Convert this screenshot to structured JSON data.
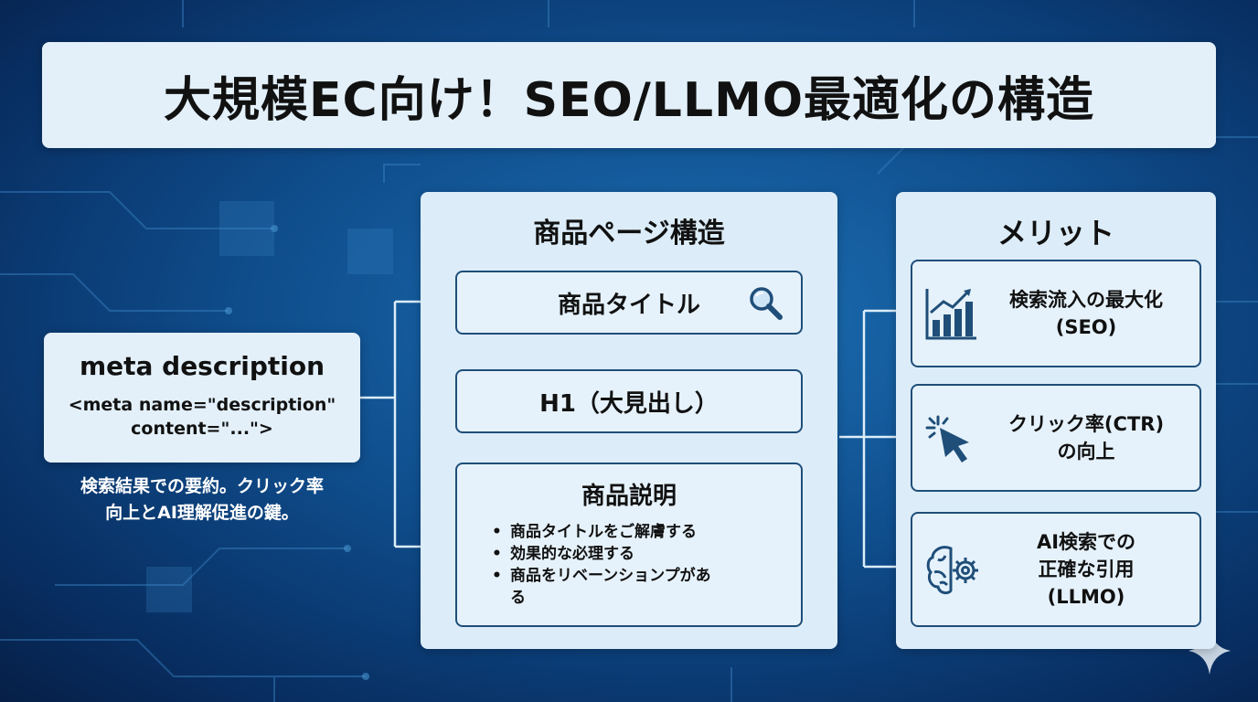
{
  "title": "大規模EC向け！SEO/LLMO最適化の構造",
  "meta": {
    "heading": "meta description",
    "code_line1": "<meta name=\"description\"",
    "code_line2": "content=\"...\">",
    "caption_line1": "検索結果での要約。クリック率",
    "caption_line2": "向上とAI理解促進の鍵。"
  },
  "product": {
    "heading": "商品ページ構造",
    "title_box": "商品タイトル",
    "h1_box": "H1（大見出し）",
    "desc_heading": "商品説明",
    "bullets": [
      "商品タイトルをご解膚する",
      "効果的な必理する",
      "商品をリベーンションプがあ"
    ],
    "bullet3_wrap": "る"
  },
  "benefits": {
    "heading": "メリット",
    "items": [
      {
        "line1": "検索流入の最大化",
        "line2": "(SEO)",
        "line3": "",
        "icon": "growth-chart-icon"
      },
      {
        "line1": "クリック率(CTR)",
        "line2": "の向上",
        "line3": "",
        "icon": "cursor-click-icon"
      },
      {
        "line1": "AI検索での",
        "line2": "正確な引用",
        "line3": "(LLMO)",
        "icon": "brain-gear-icon"
      }
    ]
  },
  "colors": {
    "background": "#0f4d8c",
    "panel": "#dcedf9",
    "box_border": "#1f4e79",
    "connector": "#dbeefa"
  }
}
